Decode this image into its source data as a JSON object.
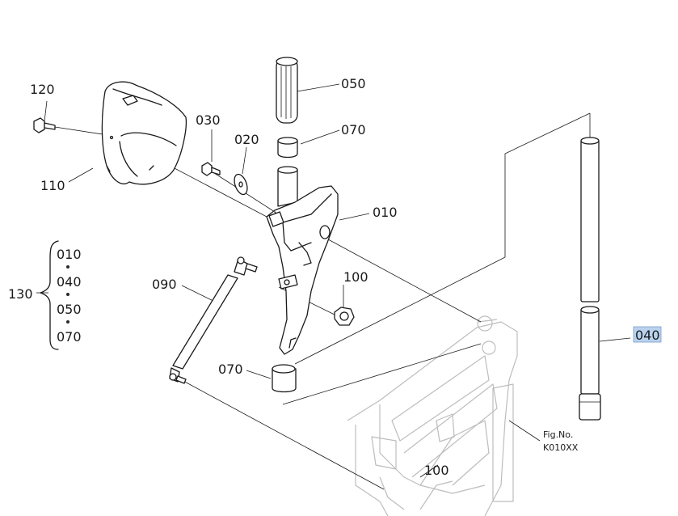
{
  "diagram": {
    "part_labels": {
      "p120": "120",
      "p110": "110",
      "p030": "030",
      "p020": "020",
      "p050": "050",
      "p070_top": "070",
      "p010": "010",
      "p090": "090",
      "p100_nut": "100",
      "p070_bottom": "070",
      "p040": "040",
      "p100_frame": "100",
      "p130": "130"
    },
    "kit_group": {
      "label": "130",
      "items": [
        "010",
        "040",
        "050",
        "070"
      ]
    },
    "figure_reference": {
      "line1": "Fig.No.",
      "line2": "K010XX"
    },
    "highlight_color": "#b9d3ee"
  }
}
